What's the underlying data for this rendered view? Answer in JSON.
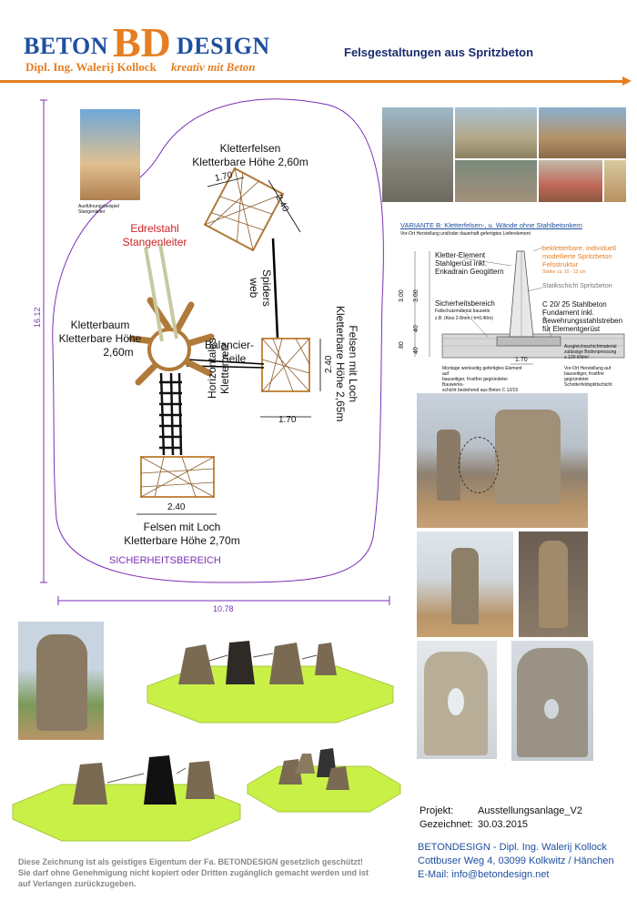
{
  "logo": {
    "beton": "BETON",
    "bd": "BD",
    "design": "DESIGN",
    "owner": "Dipl. Ing. Walerij Kollock",
    "slogan": "kreativ mit Beton"
  },
  "header": {
    "title": "Felsgestaltungen aus Spritzbeton"
  },
  "plan": {
    "dim_height": "16.12",
    "dim_width": "10.78",
    "example_caption": [
      "Ausführungsbeispiel",
      "Stangenleiter"
    ],
    "edelstahl": [
      "Edrelstahl",
      "Stangenleiter"
    ],
    "kletterfelsen": [
      "Kletterfelsen",
      "Kletterbare Höhe 2,60m"
    ],
    "kletterfelsen_w": "1.70",
    "kletterfelsen_d": "2.40",
    "spiders": [
      "Spiders",
      "web"
    ],
    "kletterbaum": [
      "Kletterbaum",
      "Kletterbare Höhe",
      "2,60m"
    ],
    "balancier": [
      "Balancier-",
      "Seile"
    ],
    "netz": [
      "Horizontales",
      "Klettemetz"
    ],
    "felsen_right": [
      "Felsen mit Loch",
      "Kletterbare Höhe 2,65m"
    ],
    "felsen_right_h": "2.40",
    "felsen_right_w": "1.70",
    "felsen_bottom": [
      "Felsen mit Loch",
      "Kletterbare Höhe 2,70m"
    ],
    "felsen_bottom_w": "2.40",
    "safety": "SICHERHEITSBEREICH"
  },
  "section": {
    "title": "VARIANTE B: Kletterfelsen-, u. Wände ohne Stahlbetonkern",
    "subtitle": "Vor-Ort Herstellung und/oder dauerhaft gefertigtes Lieferelement",
    "element": [
      "Kletter-Element",
      "Stahlgerüst inkl.",
      "Enkadrain Geogittern"
    ],
    "surface": [
      "bekletterbare, individuell",
      "modellierte Spritzbeton",
      "Felsstruktur",
      "Stärke ca. 10 - 12 cm"
    ],
    "static": "Statikschicht Spritzbeton",
    "safety": [
      "Sicherheitsbereich",
      "Fallschutzmaterial bauseits",
      "z.B. (Kies 2-8mm / h=0,40m)"
    ],
    "foundation": [
      "C 20/ 25 Stahlbeton",
      "Fundament inkl.",
      "Bewehrungsstahlstreben",
      "für Elementgerüst"
    ],
    "dim_300a": "3.00",
    "dim_300b": "3.00",
    "dim_40a": "40",
    "dim_80": "80",
    "dim_40b": "40",
    "dim_170": "1.70",
    "note_left": [
      "Montage werkseitig gefertigtes Element auf",
      "bauseitiger, frostfrei gegründeter Bauwerks-",
      "schicht bestehend aus Beton C 12/15 (siehe Variante A)"
    ],
    "note_right": [
      "Vor-Ort Herstellung auf",
      "bauseitiger, frostfrei gegründeter",
      "Schotterfeldsplittschicht"
    ],
    "note_mid": [
      "Ausgleichsschichtmaterial",
      "zulässige Bodenpressung",
      "≥ 100 kN/m²"
    ]
  },
  "project": {
    "label": "Projekt:",
    "value": "Ausstellungsanlage_V2",
    "drawn_label": "Gezeichnet:",
    "drawn_value": "30.03.2015"
  },
  "contact": {
    "line1": "BETONDESIGN - Dipl. Ing. Walerij Kollock",
    "line2": "Cottbuser Weg 4, 03099 Kolkwitz / Hänchen",
    "line3": "E-Mail: info@betondesign.net"
  },
  "footer": {
    "line1": "Diese Zeichnung ist als geistiges Eigentum der Fa. BETONDESIGN gesetzlich geschützt!",
    "line2": "Sie darf ohne Genehmigung nicht kopiert oder Dritten zugänglich gemacht werden und ist",
    "line3": "auf Verlangen zurückzugeben."
  },
  "colors": {
    "accent": "#e67e22",
    "brand": "#1f4fa0",
    "safety_line": "#7b2fb5",
    "dim_line": "#7b2fb5",
    "wood": "#c9924a",
    "grass": "#c9f047",
    "red_label": "#cc2222"
  }
}
